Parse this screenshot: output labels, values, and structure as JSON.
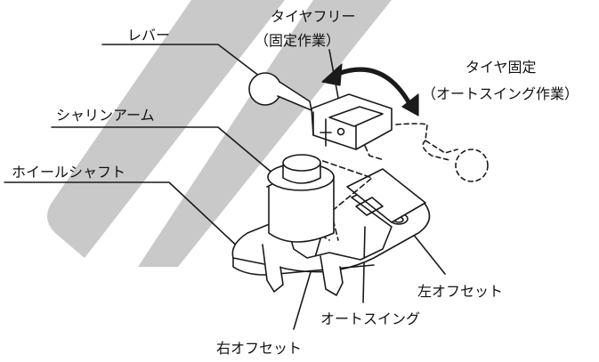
{
  "labels": {
    "lever": "レバー",
    "tire_free": "タイヤフリー",
    "fixed_work": "（固定作業）",
    "tire_fixed": "タイヤ固定",
    "auto_swing_work": "（オートスイング作業）",
    "shaling_arm": "シャリンアーム",
    "wheel_shaft": "ホイールシャフト",
    "left_offset": "左オフセット",
    "auto_swing": "オートスイング",
    "right_offset": "右オフセット"
  },
  "colors": {
    "stripe": "#c9c9c9",
    "line": "#1a1a1a",
    "text": "#111111"
  }
}
